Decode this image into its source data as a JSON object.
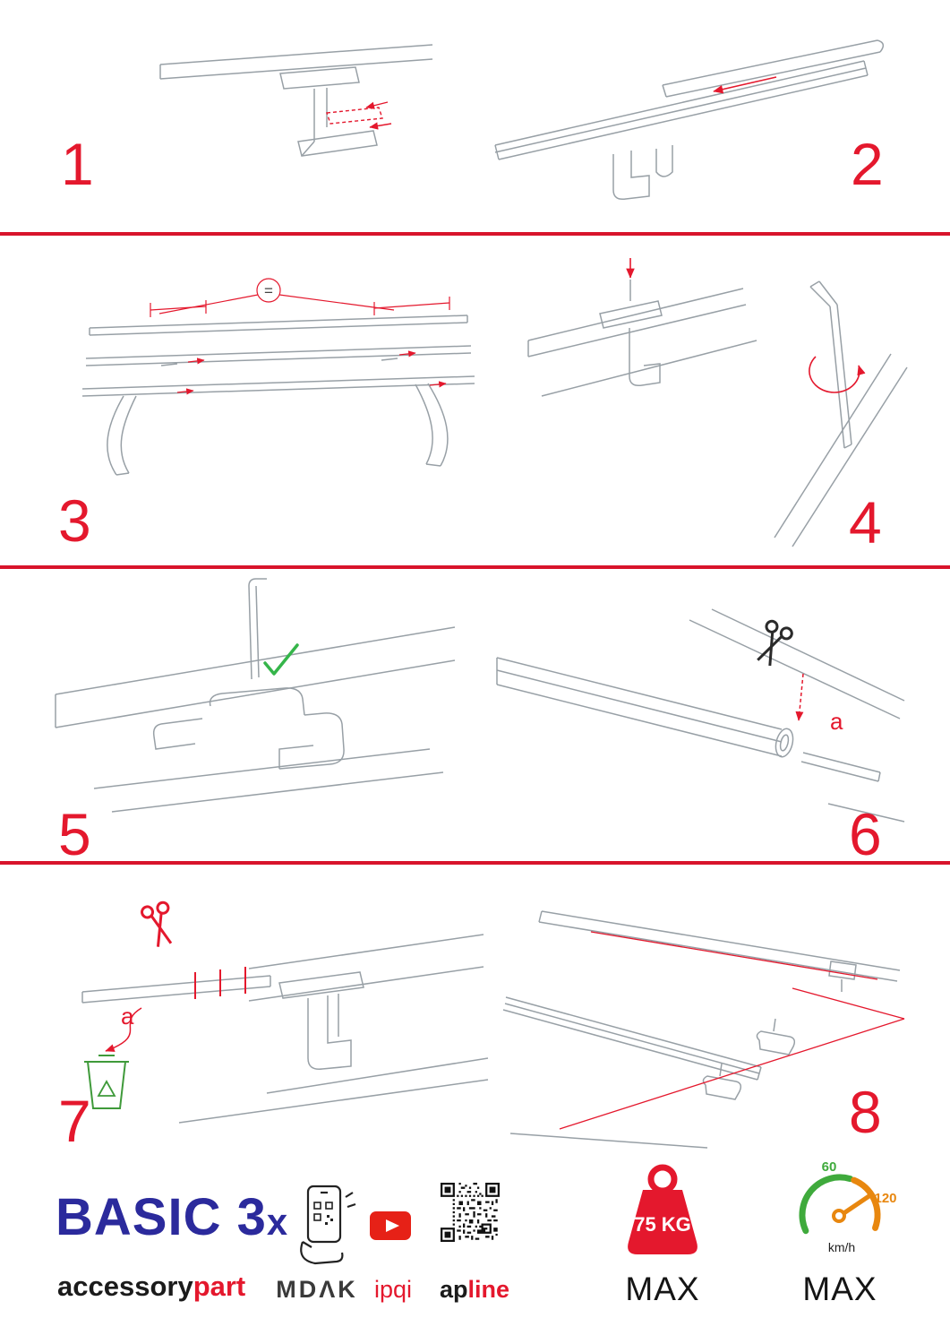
{
  "colors": {
    "accent_red": "#e4182d",
    "divider_red": "#d8142b",
    "brand_blue": "#2b2a9c",
    "check_green": "#35b54a",
    "recycle_green": "#3f9a3a",
    "gauge_green": "#3faa3c",
    "gauge_orange": "#e8870f",
    "youtube_red": "#e62117"
  },
  "steps": [
    {
      "num": "1"
    },
    {
      "num": "2"
    },
    {
      "num": "3"
    },
    {
      "num": "4"
    },
    {
      "num": "5"
    },
    {
      "num": "6"
    },
    {
      "num": "7"
    },
    {
      "num": "8"
    }
  ],
  "annotations": {
    "equals": "=",
    "label_a_step6": "a",
    "label_a_step7": "a"
  },
  "icons": {
    "scissors_black": "scissors-icon",
    "scissors_red": "scissors-icon",
    "checkmark": "checkmark-icon",
    "trash": "trash-bin-icon",
    "recycle": "recycle-icon",
    "phone_scan": "phone-scan-icon",
    "youtube": "youtube-play-icon",
    "qr": "qr-code-icon",
    "weight": "weight-max-icon",
    "speedometer": "speedometer-icon"
  },
  "footer": {
    "brand_title_main": "BASIC 3",
    "brand_title_x": "x",
    "brand_sub_black": "accessory",
    "brand_sub_red": "part",
    "logo_mdak": "MDΛK",
    "logo_ipqi": "ipqi",
    "logo_apline_black": "ap",
    "logo_apline_red": "line",
    "weight_value": "75 KG",
    "weight_max": "MAX",
    "speed_low": "60",
    "speed_high": "120",
    "speed_unit": "km/h",
    "speed_max": "MAX"
  }
}
